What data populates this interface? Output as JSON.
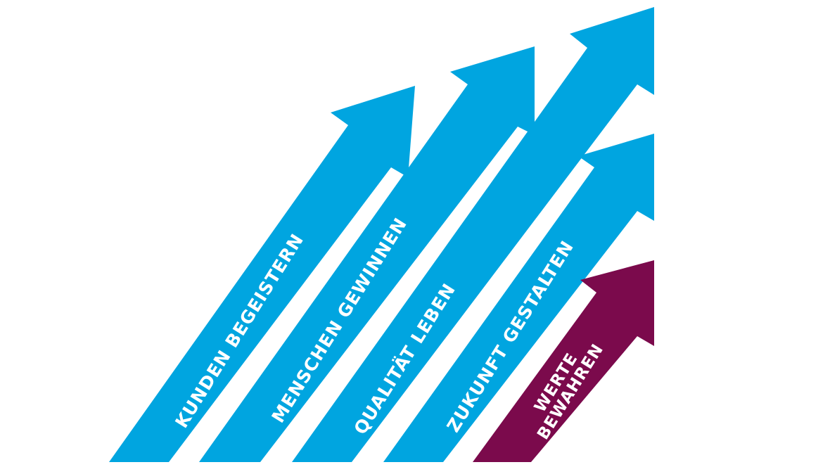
{
  "colors": {
    "blue": "#00a5e0",
    "purple": "#7b0a4c",
    "label": "#ffffff",
    "background": "#ffffff"
  },
  "arrows": [
    {
      "name": "arrow-kunden-begeistern",
      "lines": [
        "KUNDEN BEGEISTERN"
      ],
      "color": "blue"
    },
    {
      "name": "arrow-menschen-gewinnen",
      "lines": [
        "MENSCHEN GEWINNEN"
      ],
      "color": "blue"
    },
    {
      "name": "arrow-qualitaet-leben",
      "lines": [
        "QUALITÄT LEBEN"
      ],
      "color": "blue"
    },
    {
      "name": "arrow-zukunft-gestalten",
      "lines": [
        "ZUKUNFT GESTALTEN"
      ],
      "color": "blue"
    },
    {
      "name": "arrow-werte-bewahren",
      "lines": [
        "WERTE",
        "BEWAHREN"
      ],
      "color": "purple"
    }
  ]
}
